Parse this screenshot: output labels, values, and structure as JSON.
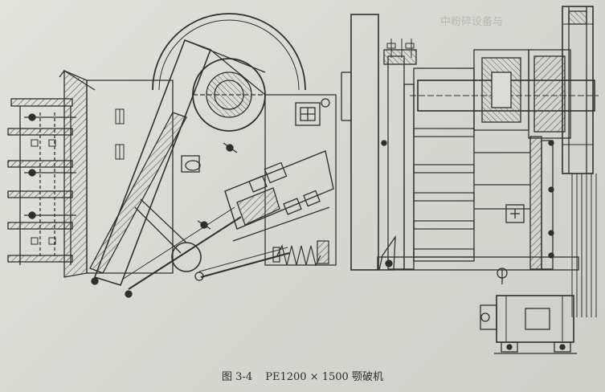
{
  "figure": {
    "label": "图 3-4",
    "title": "PE1200 × 1500 颚破机"
  },
  "bleed_through": {
    "top_text": "中粉碎设备与"
  },
  "colors": {
    "ink": "#2f2f2f",
    "paper": "#dcdcd7",
    "hatch": "#555555"
  }
}
